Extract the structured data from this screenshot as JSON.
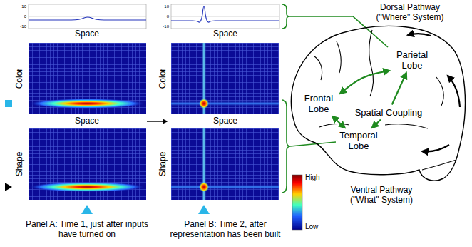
{
  "diagram": {
    "nodes": [
      {
        "text": [
          "Parietal Lobe"
        ]
      },
      {
        "text": [
          "Frontal Lobe"
        ]
      },
      {
        "text": [
          "Spatial Coupling"
        ]
      },
      {
        "text": [
          "Temporal Lobe"
        ]
      }
    ],
    "edges": [
      {
        "from": 1,
        "to": 0,
        "arrow": "both"
      },
      {
        "from": 2,
        "to": 0,
        "arrow": "to"
      },
      {
        "from": 2,
        "to": 3,
        "arrow": "to"
      },
      {
        "from": 1,
        "to": 3,
        "arrow": "both"
      }
    ],
    "labels": [
      "10",
      "0",
      "-10",
      "Space",
      "Color",
      "Space",
      "Shape",
      "10",
      "0",
      "-10",
      "Space",
      "Color",
      "Space",
      "Shape",
      "High",
      "Low",
      "Panel A: Time 1, just after inputs have turned on",
      "Panel B: Time 2, after representation has been built",
      "Dorsal Pathway (\"Where\" System)",
      "Ventral Pathway (\"What\" System)"
    ]
  }
}
